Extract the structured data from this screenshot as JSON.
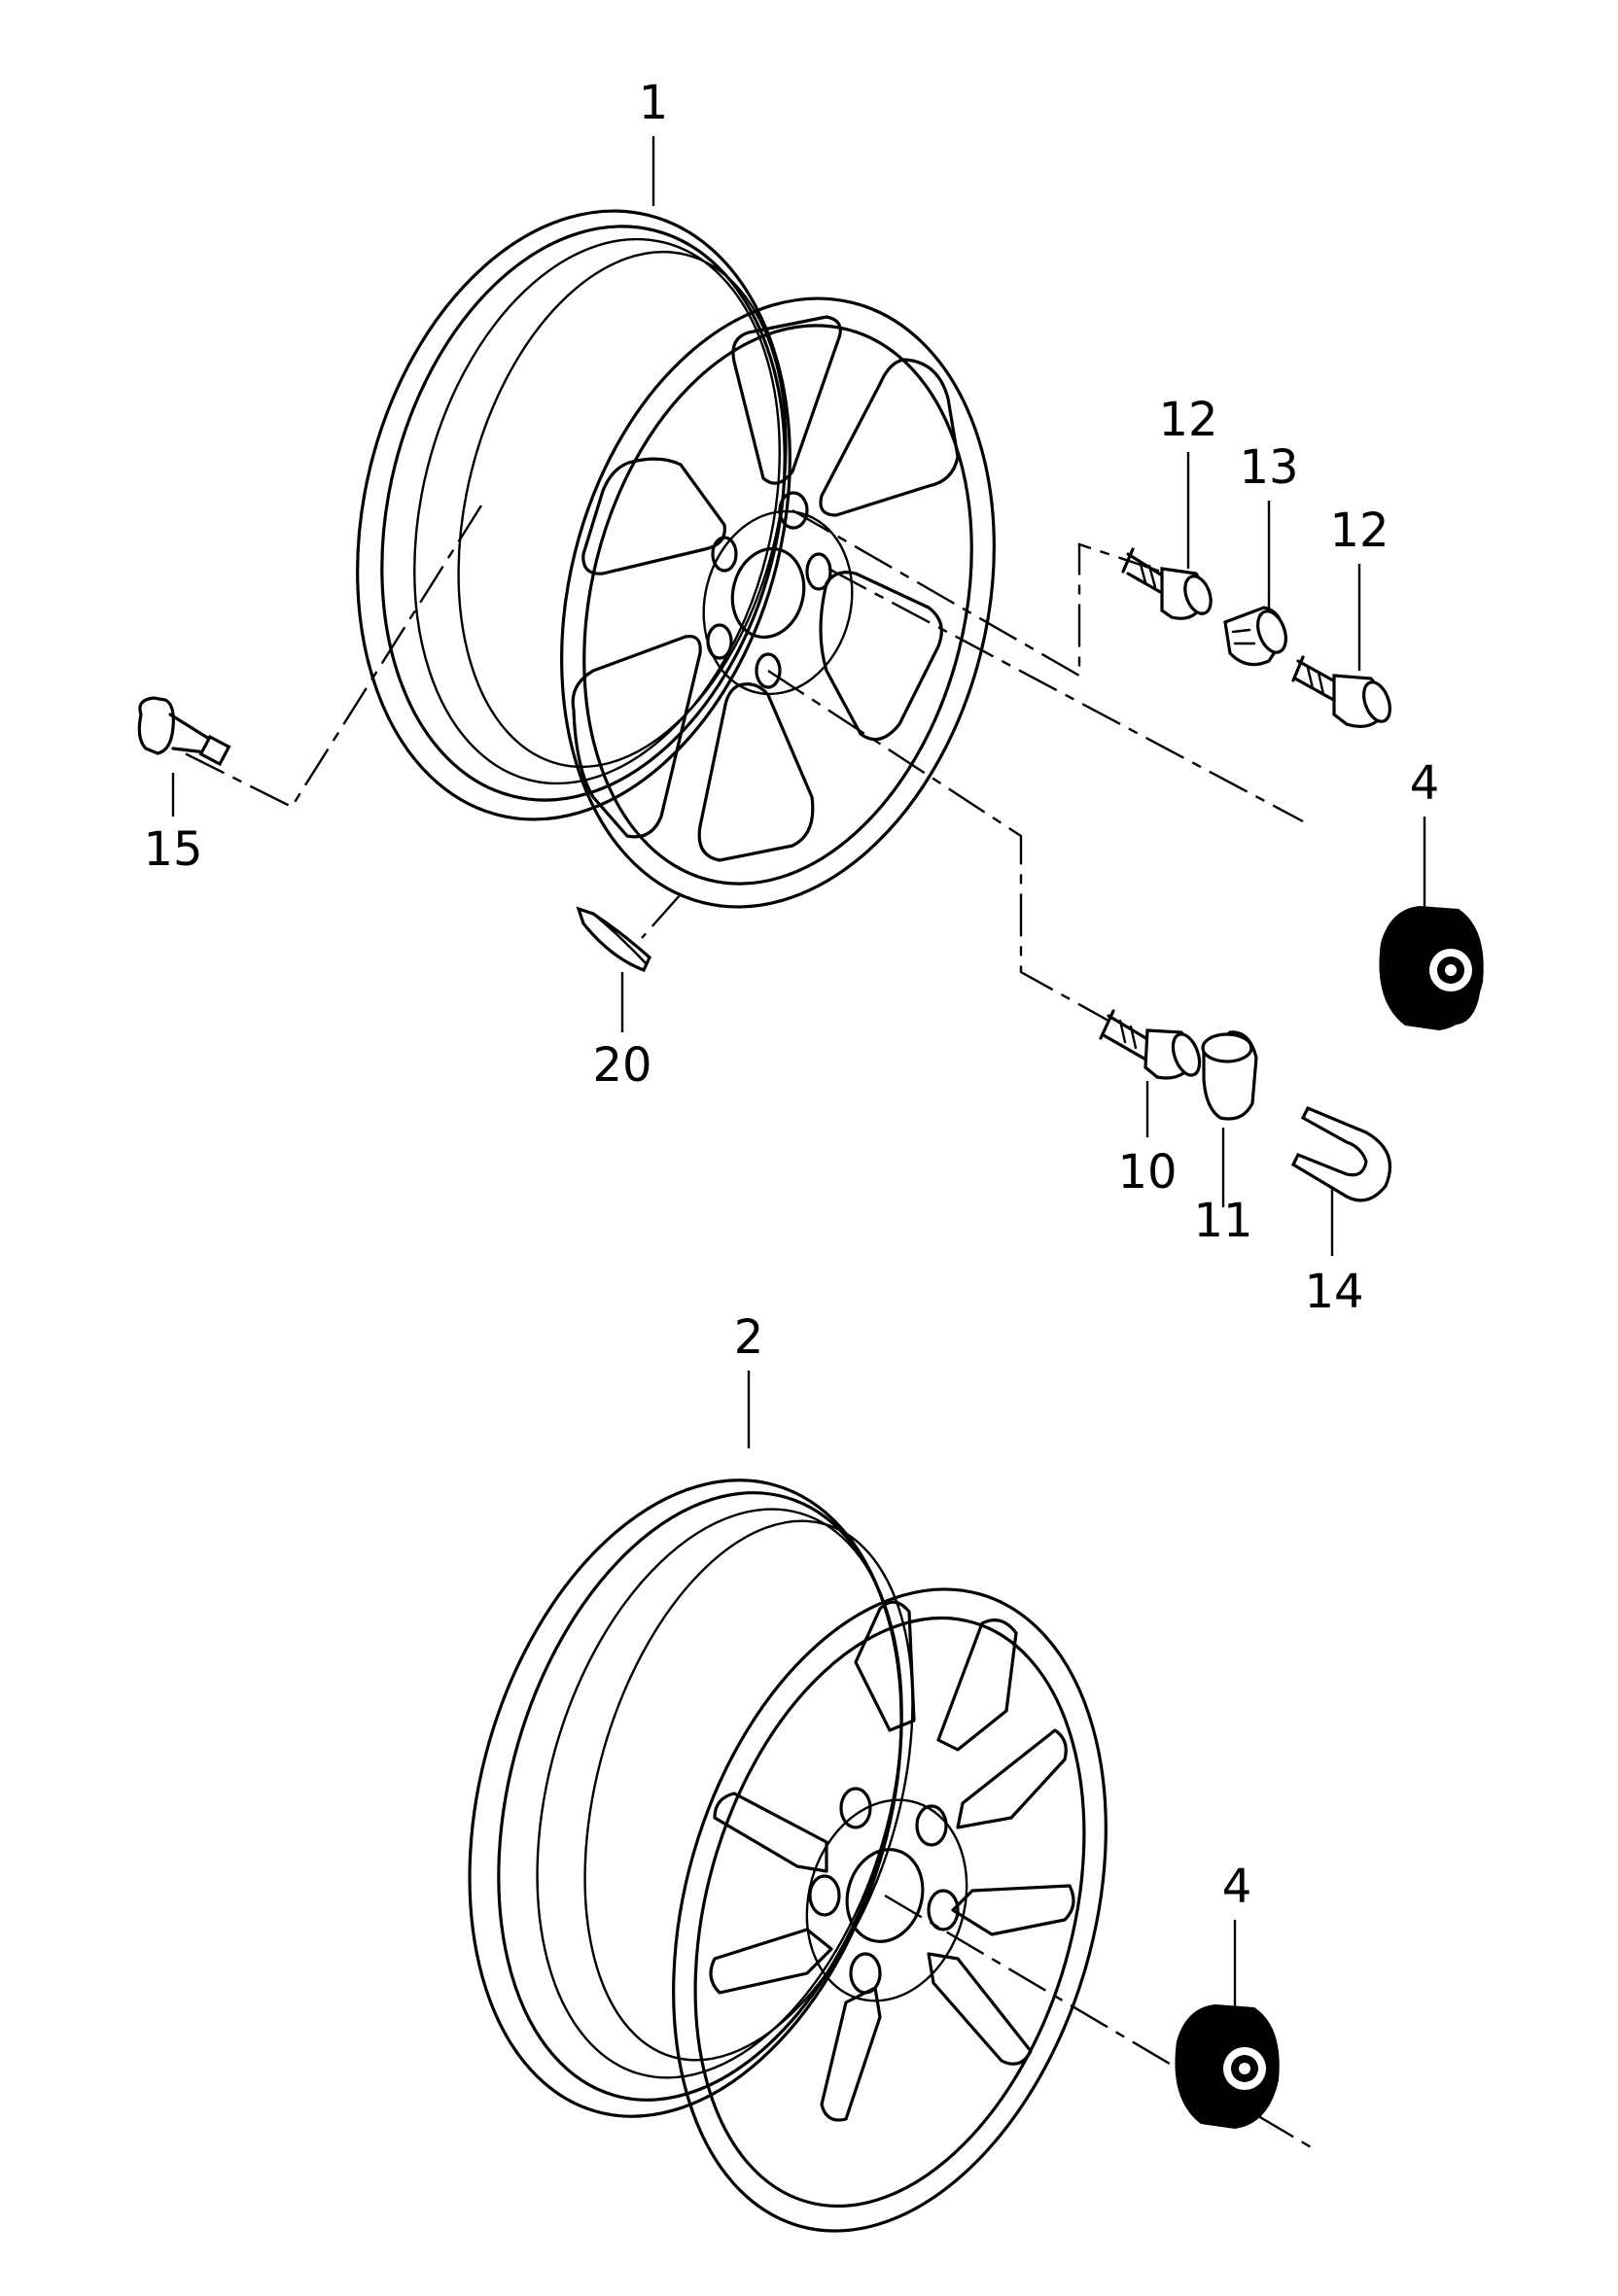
{
  "callouts": {
    "wheel_upper": "1",
    "wheel_lower": "2",
    "center_cap_upper": "4",
    "center_cap_lower": "4",
    "wheel_bolt": "10",
    "bolt_cap": "11",
    "anti_theft_bolt_top": "12",
    "anti_theft_bolt_right": "12",
    "adapter": "13",
    "removal_tool": "14",
    "tyre_valve": "15",
    "balance_weight": "20"
  }
}
